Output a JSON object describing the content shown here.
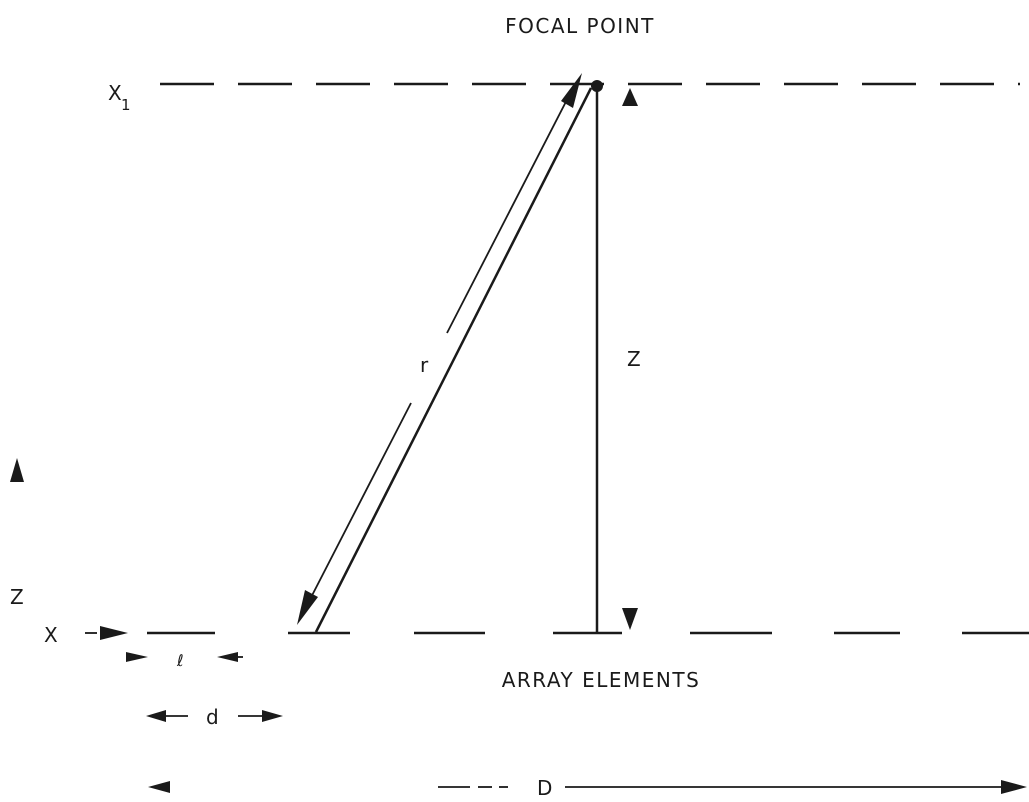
{
  "labels": {
    "focal_point": "FOCAL POINT",
    "x1": "X",
    "x1_subscript": "1",
    "r": "r",
    "z_center": "Z",
    "z_left": "Z",
    "x_left": "X",
    "ell": "ℓ",
    "d": "d",
    "array_elements": "ARRAY ELEMENTS",
    "D": "D"
  }
}
